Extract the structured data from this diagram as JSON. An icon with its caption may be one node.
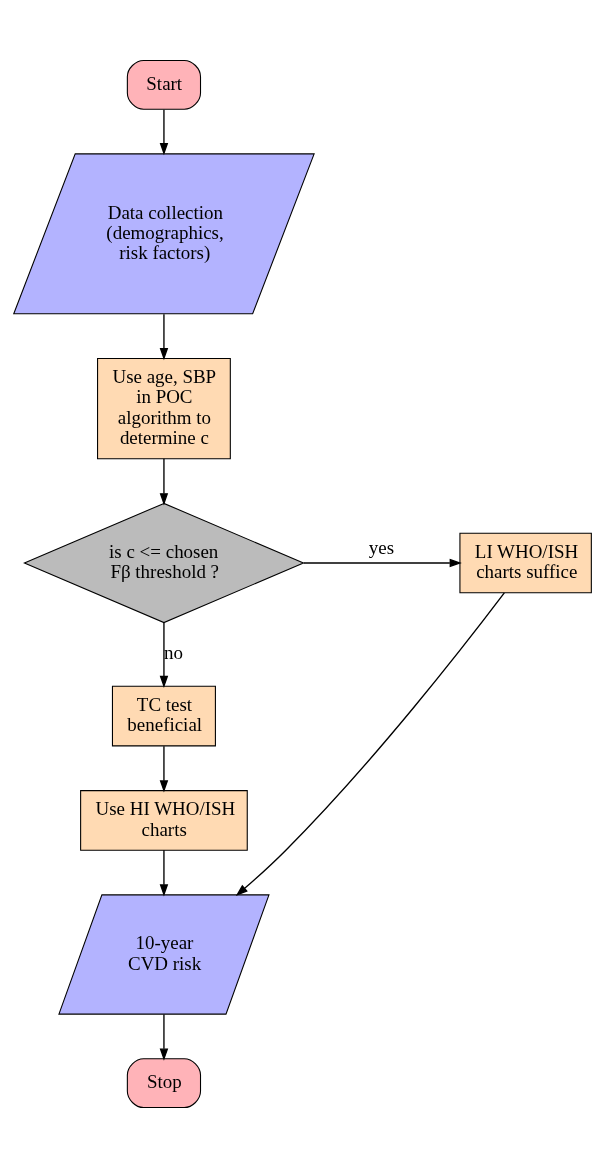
{
  "diagram": {
    "nodes": [
      {
        "text": [
          "Start"
        ]
      },
      {
        "text": [
          "Data collection (demographics, risk factors)"
        ]
      },
      {
        "text": [
          "Use age, SBP in POC algorithm to determine c"
        ]
      },
      {
        "text": [
          "is c <= chosen Fβ threshold ?"
        ]
      },
      {
        "text": [
          "LI WHO/ISH charts suffice"
        ]
      },
      {
        "text": [
          "TC test beneficial"
        ]
      },
      {
        "text": [
          "Use HI WHO/ISH charts"
        ]
      },
      {
        "text": [
          "10-year CVD risk"
        ]
      },
      {
        "text": [
          "Stop"
        ]
      }
    ],
    "edges": [
      {
        "from": 0,
        "to": 1,
        "arrow": "to"
      },
      {
        "from": 1,
        "to": 2,
        "arrow": "to"
      },
      {
        "from": 2,
        "to": 3,
        "arrow": "to"
      },
      {
        "from": 3,
        "to": 4,
        "arrow": "to",
        "label": "yes"
      },
      {
        "from": 3,
        "to": 5,
        "arrow": "to",
        "label": "no"
      },
      {
        "from": 5,
        "to": 6,
        "arrow": "to"
      },
      {
        "from": 6,
        "to": 7,
        "arrow": "to"
      },
      {
        "from": 4,
        "to": 7,
        "arrow": "to"
      },
      {
        "from": 7,
        "to": 8,
        "arrow": "to"
      }
    ]
  }
}
